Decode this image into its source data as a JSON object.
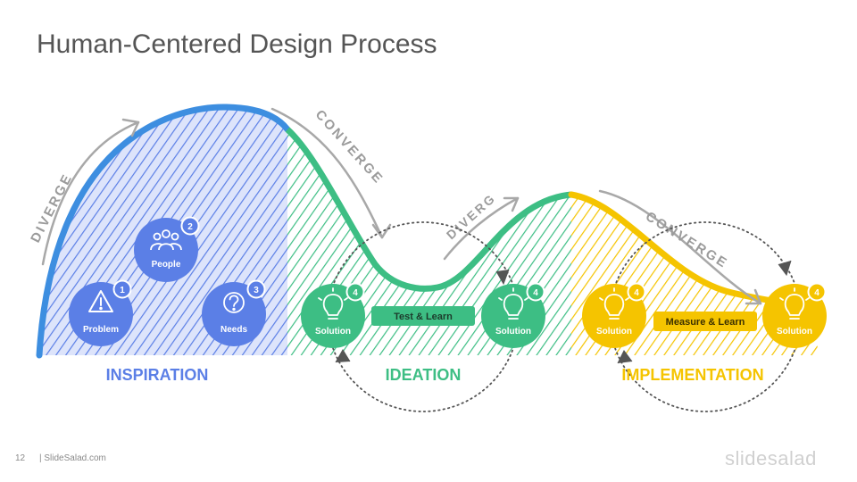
{
  "title": "Human-Centered Design Process",
  "phases": [
    {
      "label": "INSPIRATION",
      "color": "#5b7fe6"
    },
    {
      "label": "IDEATION",
      "color": "#3dbe84"
    },
    {
      "label": "IMPLEMENTATION",
      "color": "#f5c400"
    }
  ],
  "arrows": {
    "diverge1": "DIVERGE",
    "converge1": "CONVERGE",
    "diverge2": "DIVERG",
    "converge2": "CONVERGE"
  },
  "nodes": {
    "problem": {
      "label": "Problem",
      "badge": "1",
      "icon": "warning-icon"
    },
    "people": {
      "label": "People",
      "badge": "2",
      "icon": "people-icon"
    },
    "needs": {
      "label": "Needs",
      "badge": "3",
      "icon": "question-icon"
    },
    "solution_ideation_left": {
      "label": "Solution",
      "badge": "4",
      "icon": "lightbulb-icon"
    },
    "solution_ideation_right": {
      "label": "Solution",
      "badge": "4",
      "icon": "lightbulb-icon"
    },
    "solution_impl_left": {
      "label": "Solution",
      "badge": "4",
      "icon": "lightbulb-icon"
    },
    "solution_impl_right": {
      "label": "Solution",
      "badge": "4",
      "icon": "lightbulb-icon"
    }
  },
  "loops": {
    "ideation": "Test & Learn",
    "implementation": "Measure & Learn"
  },
  "footer": {
    "page_number": "12",
    "site": "| SlideSalad.com",
    "brand": "slidesalad"
  },
  "colors": {
    "blue": "#5b7fe6",
    "blue_stroke": "#3d8ee0",
    "green": "#3dbe84",
    "yellow": "#f5c400",
    "gray_arrow": "#a0a0a0",
    "title": "#555555"
  }
}
